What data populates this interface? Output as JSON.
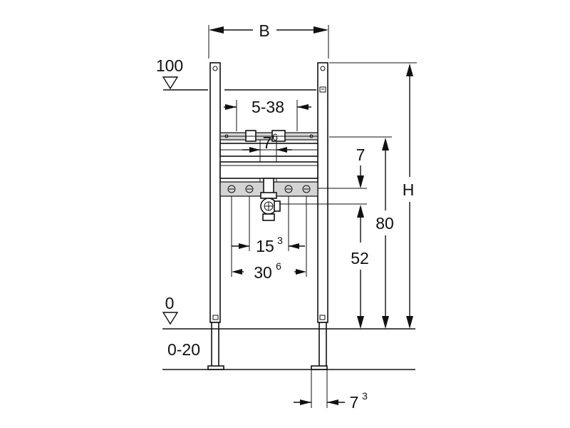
{
  "diagram": {
    "labels": {
      "width": "B",
      "height": "H",
      "level_top": "100",
      "level_zero": "0",
      "floor_adjust": "0-20",
      "rail_spacing": "5-38",
      "dim_7_6": {
        "main": "7",
        "sup": "6"
      },
      "dim_7": "7",
      "dim_80": "80",
      "dim_52": "52",
      "dim_15_3": {
        "main": "15",
        "sup": "3"
      },
      "dim_30_6": {
        "main": "30",
        "sup": "6"
      },
      "dim_7_3": {
        "main": "7",
        "sup": "3"
      }
    }
  }
}
